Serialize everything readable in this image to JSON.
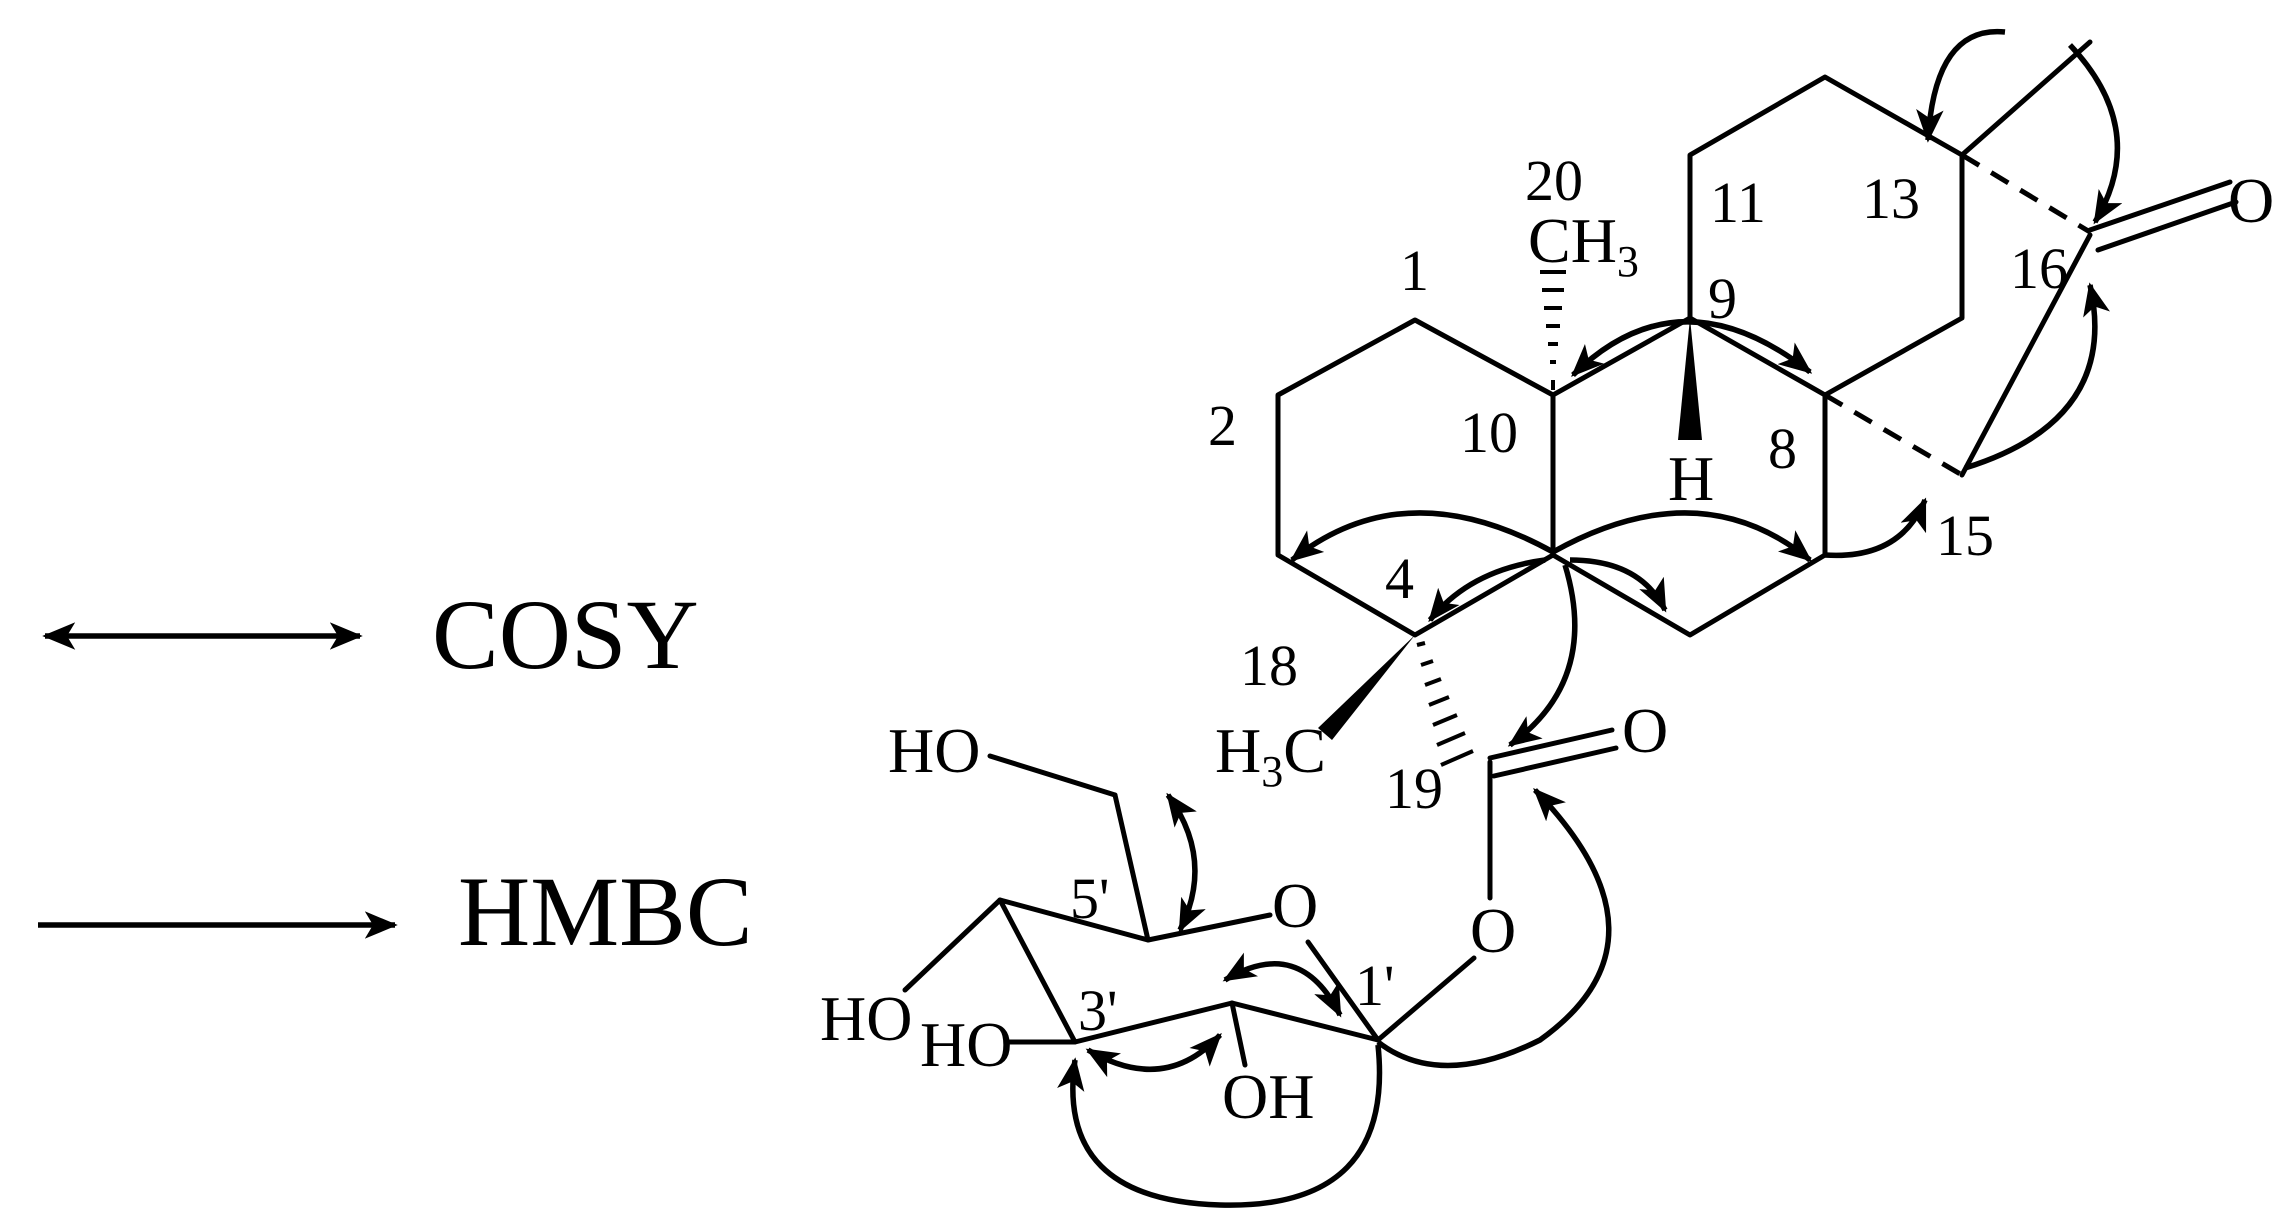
{
  "legend": {
    "cosy_label": "COSY",
    "hmbc_label": "HMBC",
    "cosy_symbol": "double-headed-arrow",
    "hmbc_symbol": "single-headed-arrow"
  },
  "atom_labels": {
    "oxygen_ketone": "O",
    "oxygen_carbonyl": "O",
    "oxygen_ester": "O",
    "oxygen_ring": "O",
    "methyl_20": "CH",
    "methyl_20_sub": "3",
    "methyl_18_pre": "H",
    "methyl_18_sub": "3",
    "methyl_18_post": "C",
    "hydrogen_9": "H",
    "hydroxyl_6p": "HO",
    "hydroxyl_4p": "HO",
    "hydroxyl_3p": "HO",
    "hydroxyl_2p": "OH"
  },
  "position_numbers": {
    "n1": "1",
    "n2": "2",
    "n4": "4",
    "n8": "8",
    "n9": "9",
    "n10": "10",
    "n11": "11",
    "n13": "13",
    "n15": "15",
    "n16": "16",
    "n18": "18",
    "n19": "19",
    "n20": "20",
    "n1p": "1'",
    "n3p": "3'",
    "n5p": "5'"
  }
}
